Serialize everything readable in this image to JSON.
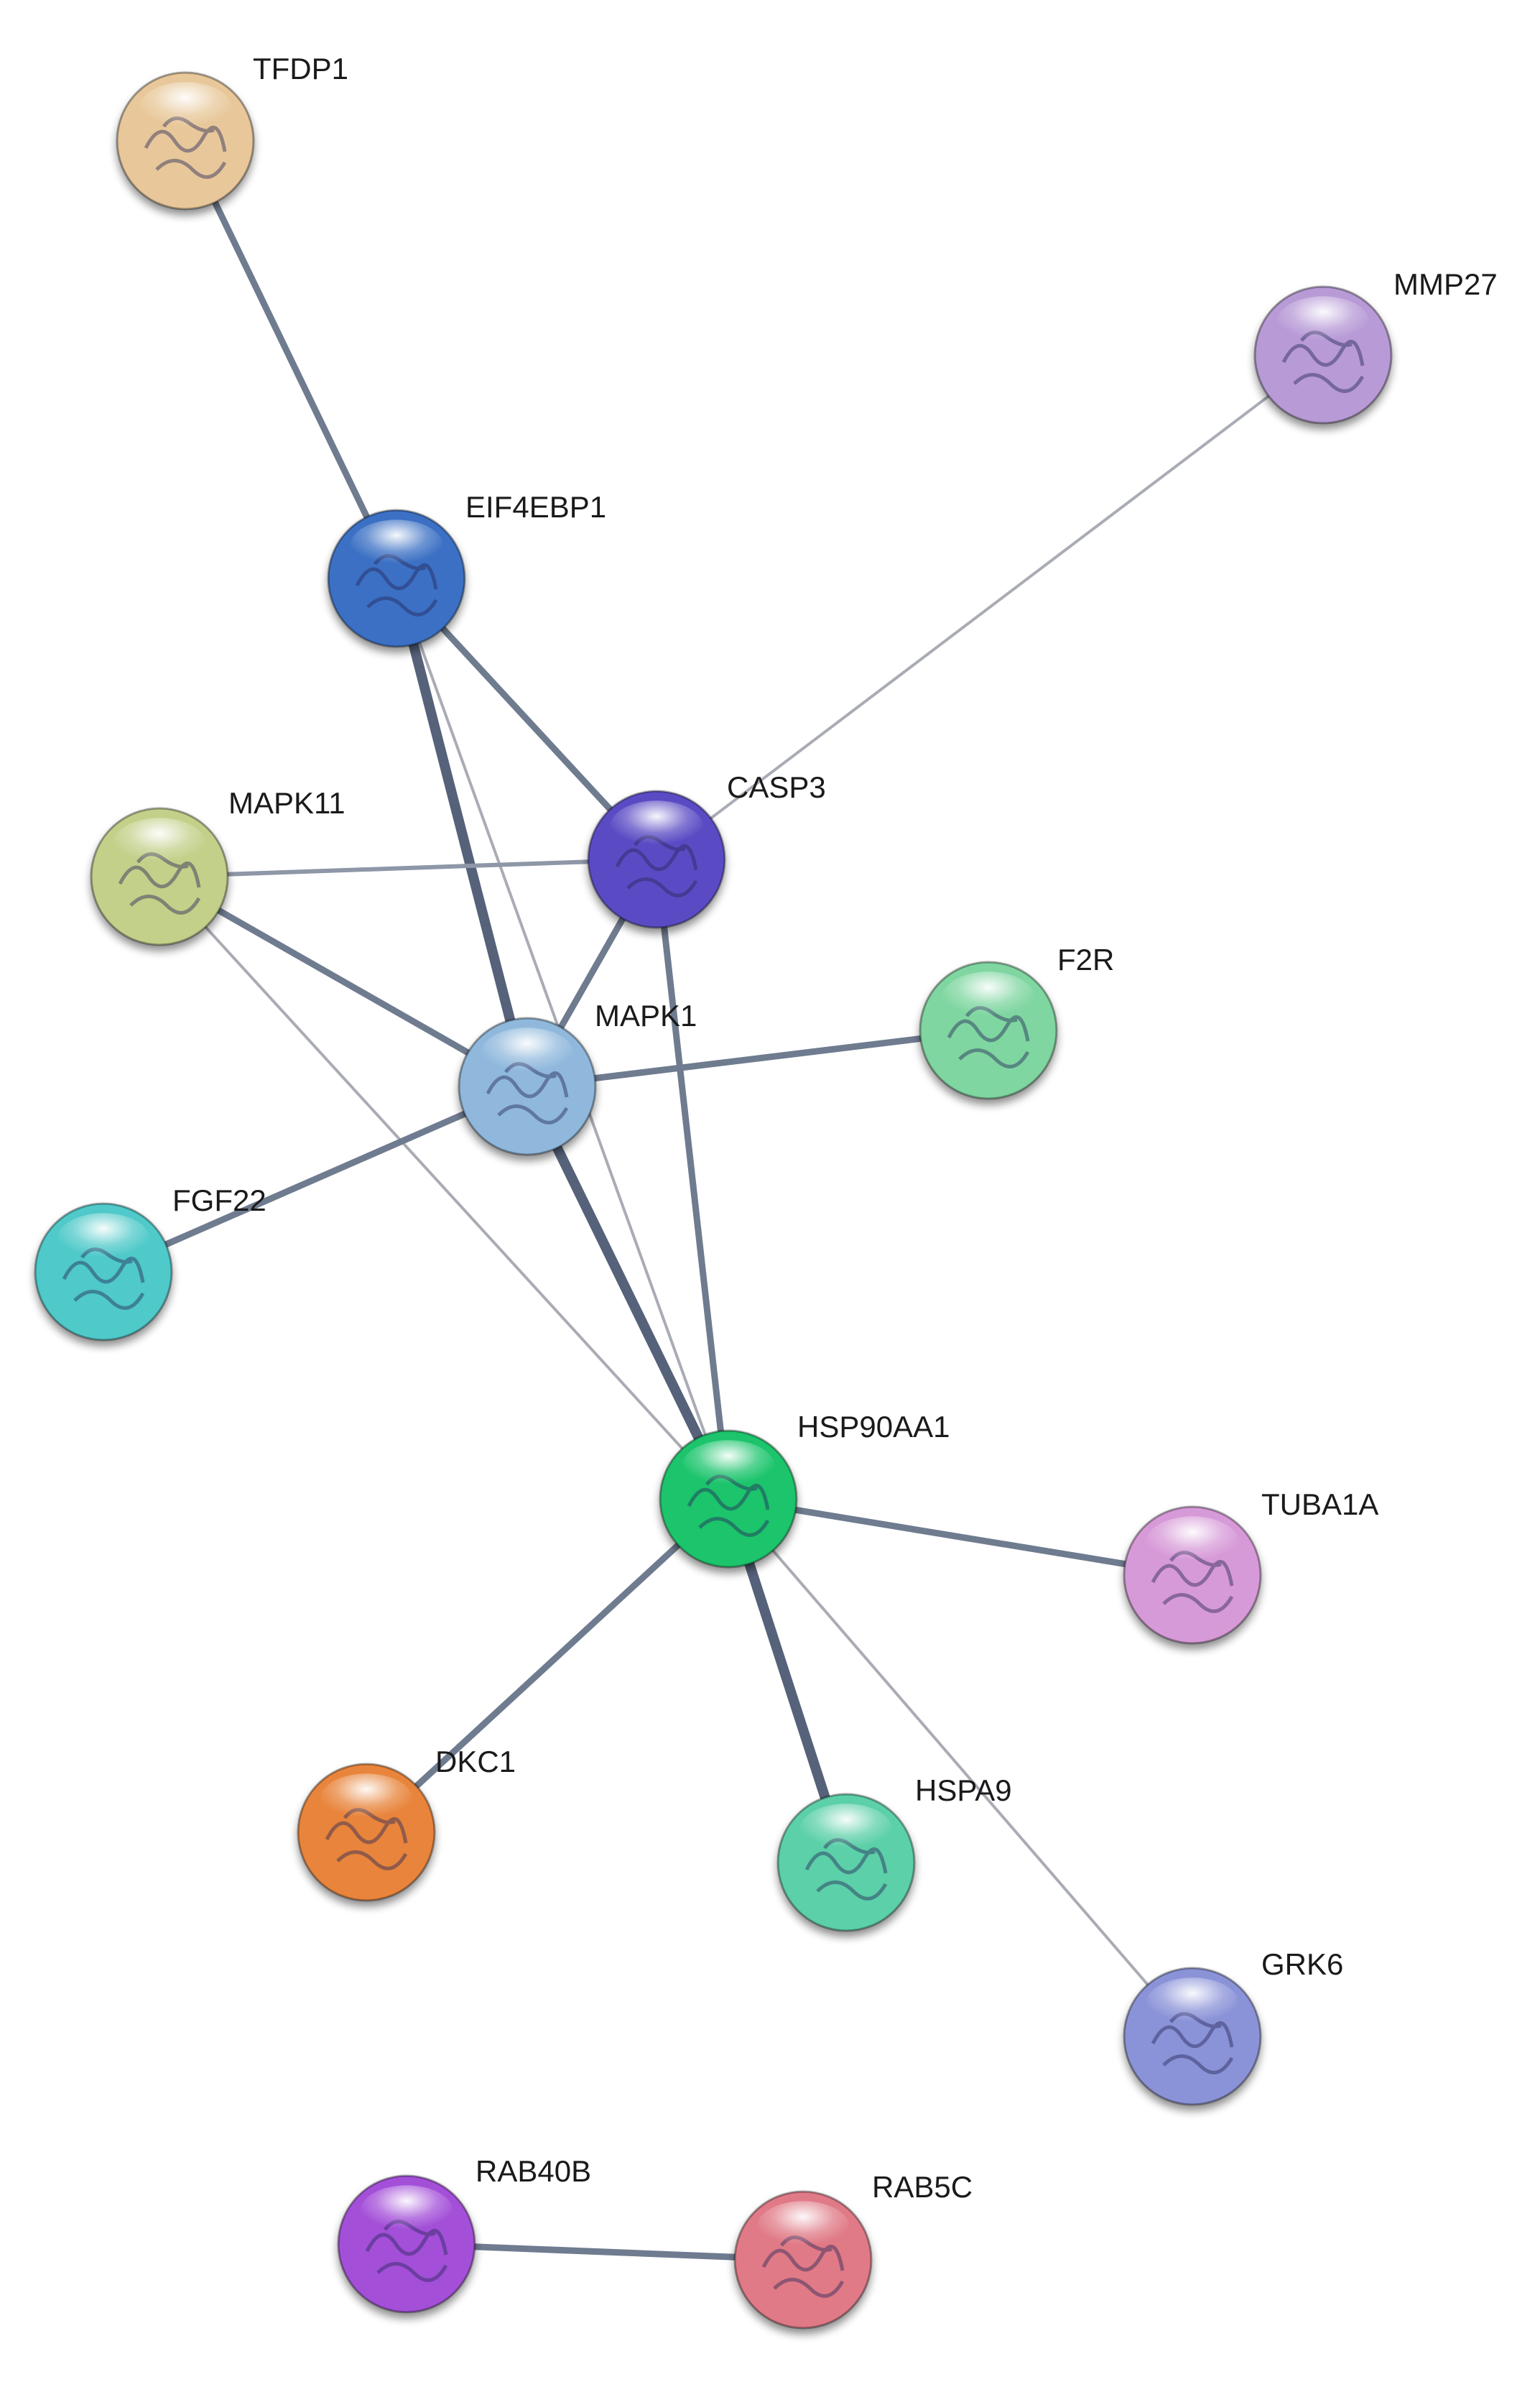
{
  "network": {
    "nodes": [
      {
        "id": "TFDP1",
        "label": "TFDP1",
        "color": "#e8c89a"
      },
      {
        "id": "MMP27",
        "label": "MMP27",
        "color": "#b79ad6"
      },
      {
        "id": "EIF4EBP1",
        "label": "EIF4EBP1",
        "color": "#3b6fc4"
      },
      {
        "id": "CASP3",
        "label": "CASP3",
        "color": "#5a4bc4"
      },
      {
        "id": "MAPK11",
        "label": "MAPK11",
        "color": "#c3d08a"
      },
      {
        "id": "F2R",
        "label": "F2R",
        "color": "#7fd6a0"
      },
      {
        "id": "MAPK1",
        "label": "MAPK1",
        "color": "#8fb8dc"
      },
      {
        "id": "FGF22",
        "label": "FGF22",
        "color": "#4fc9c9"
      },
      {
        "id": "HSP90AA1",
        "label": "HSP90AA1",
        "color": "#1fc46c"
      },
      {
        "id": "TUBA1A",
        "label": "TUBA1A",
        "color": "#d79ad8"
      },
      {
        "id": "DKC1",
        "label": "DKC1",
        "color": "#e8843a"
      },
      {
        "id": "HSPA9",
        "label": "HSPA9",
        "color": "#5cd0a8"
      },
      {
        "id": "GRK6",
        "label": "GRK6",
        "color": "#8b93d8"
      },
      {
        "id": "RAB40B",
        "label": "RAB40B",
        "color": "#a34fd8"
      },
      {
        "id": "RAB5C",
        "label": "RAB5C",
        "color": "#e07a86"
      }
    ],
    "edges": [
      {
        "source": "TFDP1",
        "target": "EIF4EBP1",
        "weight": "medium"
      },
      {
        "source": "EIF4EBP1",
        "target": "CASP3",
        "weight": "medium"
      },
      {
        "source": "EIF4EBP1",
        "target": "MAPK1",
        "weight": "heavy"
      },
      {
        "source": "EIF4EBP1",
        "target": "HSP90AA1",
        "weight": "light"
      },
      {
        "source": "MMP27",
        "target": "CASP3",
        "weight": "light"
      },
      {
        "source": "MAPK11",
        "target": "CASP3",
        "weight": "medium-light"
      },
      {
        "source": "MAPK11",
        "target": "MAPK1",
        "weight": "medium"
      },
      {
        "source": "MAPK11",
        "target": "HSP90AA1",
        "weight": "light"
      },
      {
        "source": "CASP3",
        "target": "MAPK1",
        "weight": "medium"
      },
      {
        "source": "CASP3",
        "target": "HSP90AA1",
        "weight": "medium"
      },
      {
        "source": "MAPK1",
        "target": "F2R",
        "weight": "medium"
      },
      {
        "source": "MAPK1",
        "target": "FGF22",
        "weight": "medium"
      },
      {
        "source": "MAPK1",
        "target": "HSP90AA1",
        "weight": "heavy"
      },
      {
        "source": "HSP90AA1",
        "target": "TUBA1A",
        "weight": "medium"
      },
      {
        "source": "HSP90AA1",
        "target": "DKC1",
        "weight": "medium"
      },
      {
        "source": "HSP90AA1",
        "target": "HSPA9",
        "weight": "heavy"
      },
      {
        "source": "HSP90AA1",
        "target": "GRK6",
        "weight": "light"
      },
      {
        "source": "RAB40B",
        "target": "RAB5C",
        "weight": "medium"
      }
    ]
  }
}
